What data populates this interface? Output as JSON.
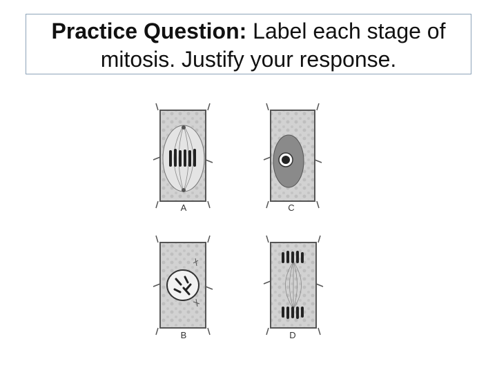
{
  "title": {
    "bold": "Practice Question:",
    "line1_rest": " Label each stage of",
    "line2": "mitosis. Justify your response."
  },
  "panels": [
    {
      "label": "A",
      "stage": "metaphase"
    },
    {
      "label": "B",
      "stage": "prophase"
    },
    {
      "label": "C",
      "stage": "interphase"
    },
    {
      "label": "D",
      "stage": "anaphase"
    }
  ]
}
